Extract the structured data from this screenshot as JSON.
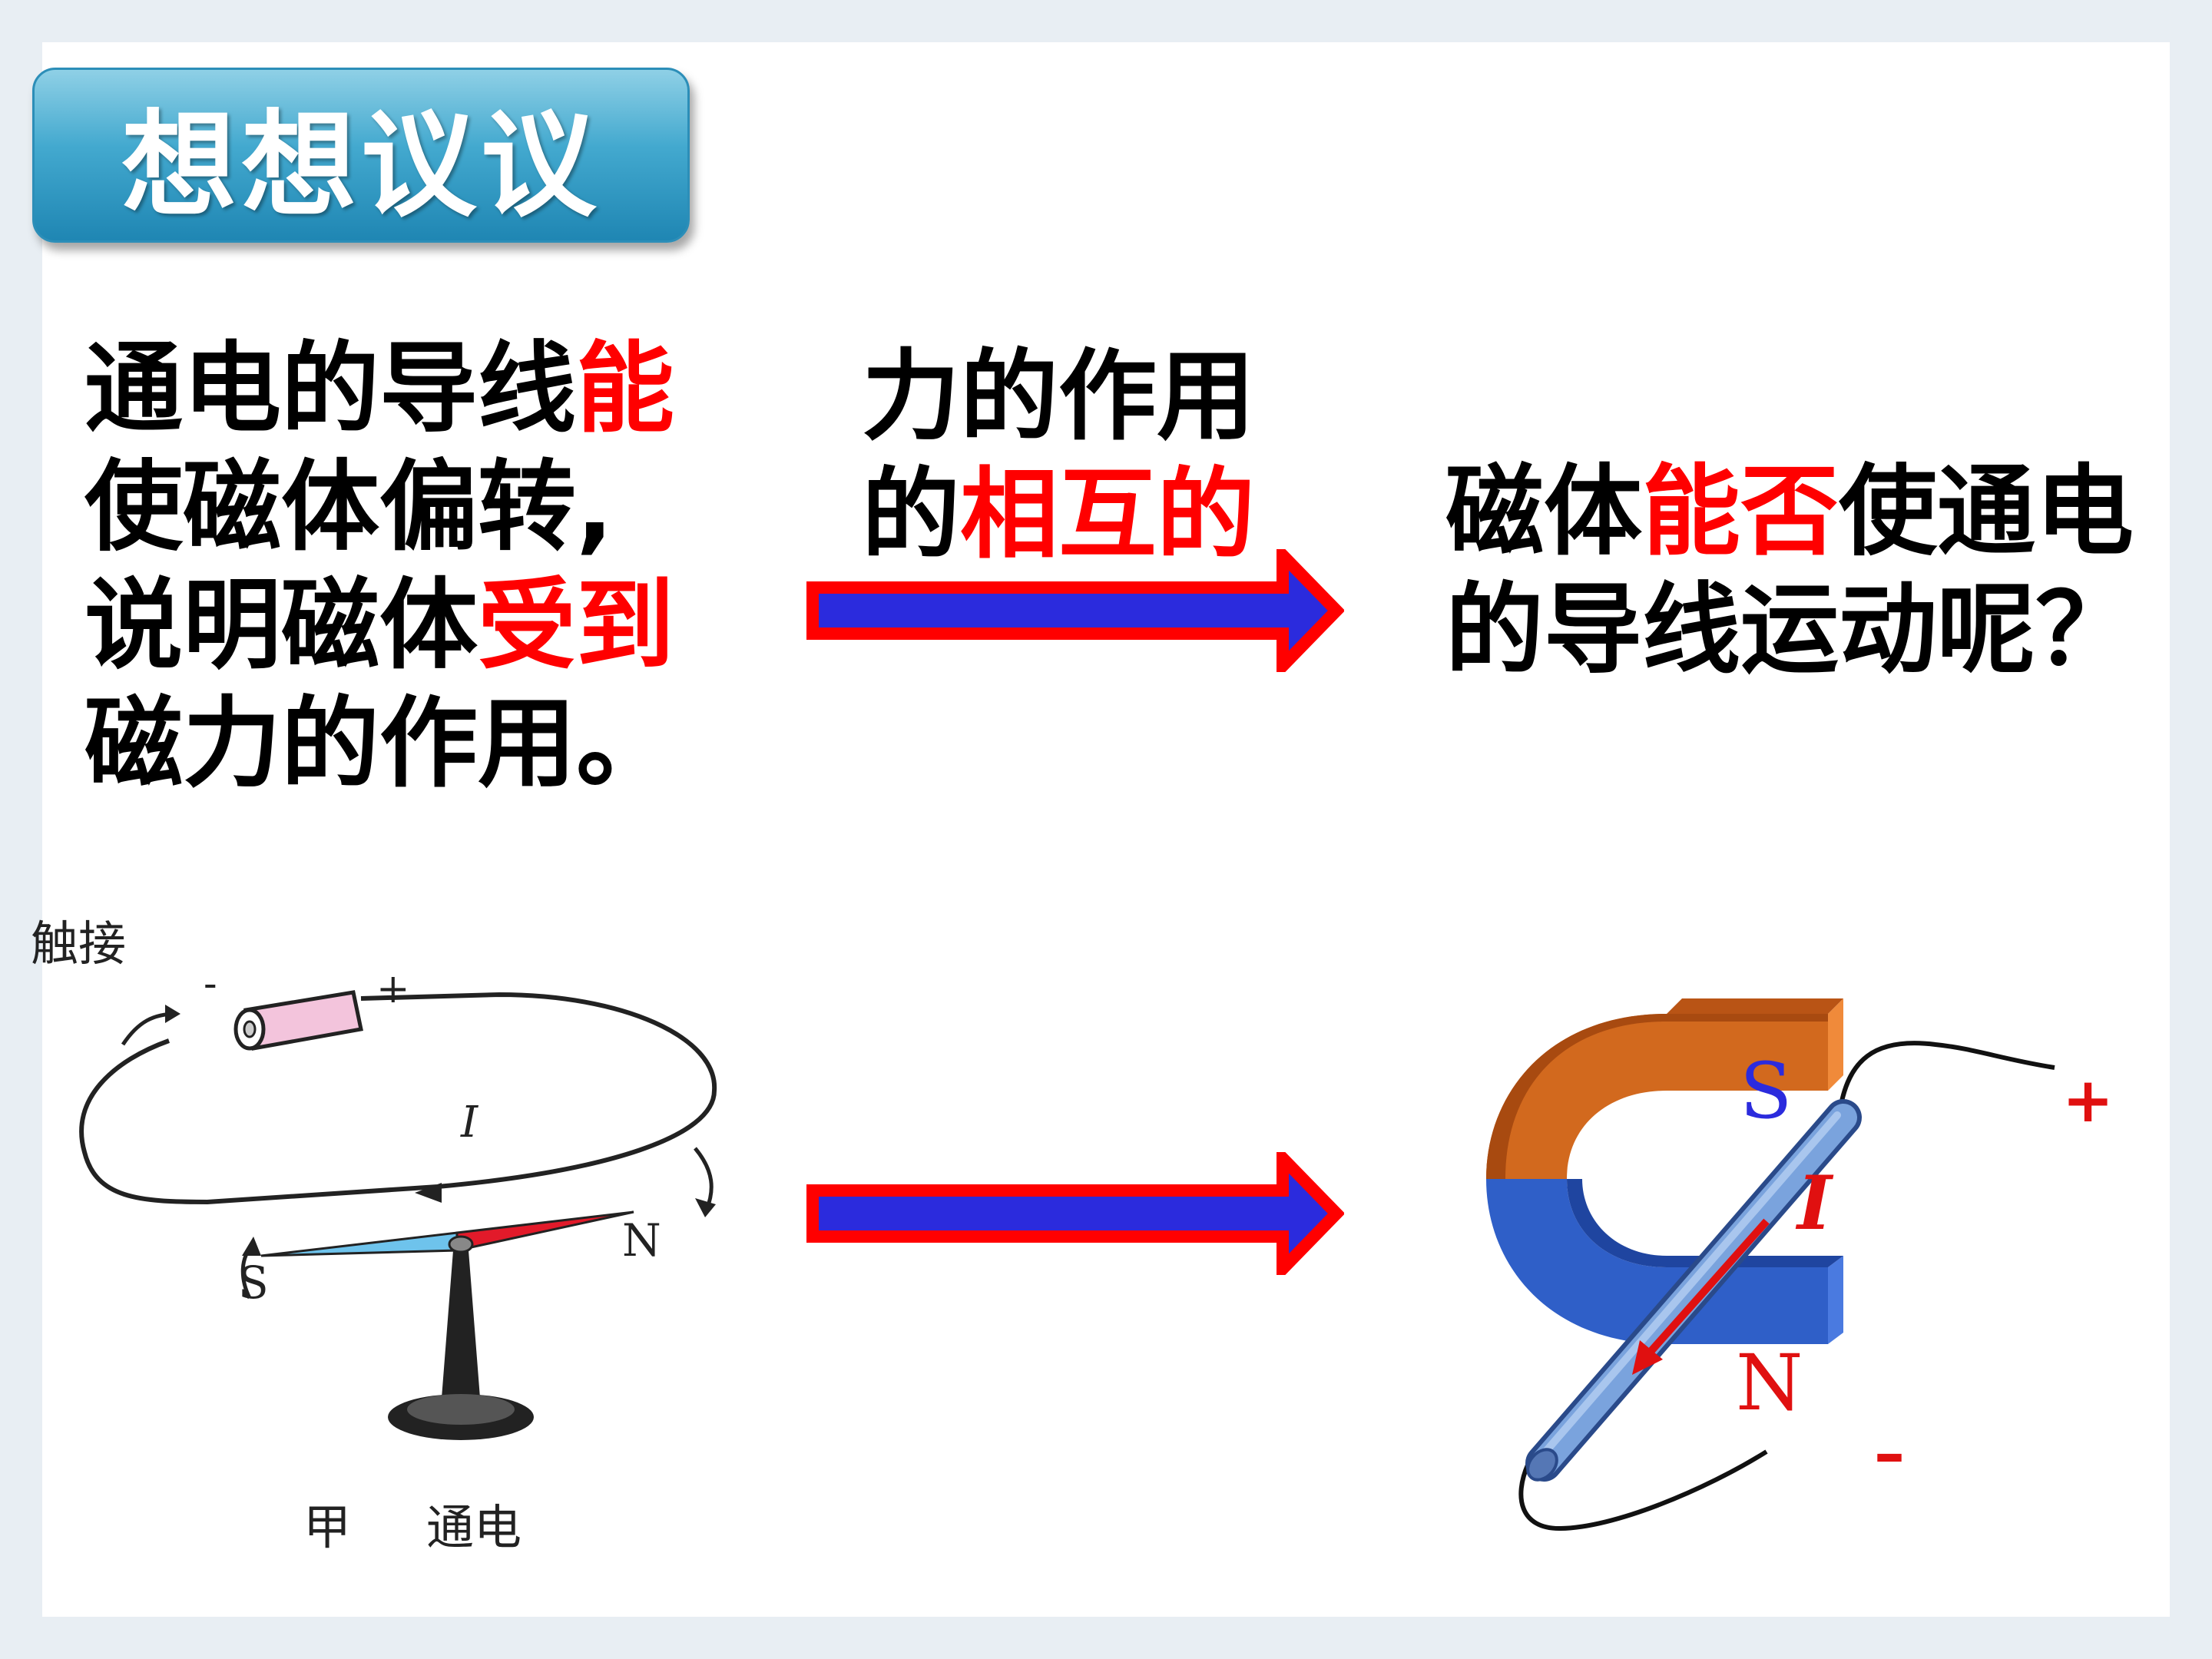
{
  "title": "想想议议",
  "left_block": {
    "line1_a": "通电的导线",
    "line1_b": "能",
    "line2": "使磁体偏转,",
    "line3_a": "说明磁体",
    "line3_b": "受到",
    "line4": "磁力的作用。"
  },
  "middle_block": {
    "line1": "力的作用",
    "line2_a": "的",
    "line2_b": "相互的"
  },
  "right_block": {
    "line1_a": "磁体",
    "line1_b": "能否",
    "line1_c": "使通电",
    "line2": "的导线运动呢？"
  },
  "left_figure": {
    "touch_label": "触接",
    "minus": "-",
    "plus": "+",
    "current": "I",
    "s_pole": "S",
    "n_pole": "N",
    "caption_a": "甲",
    "caption_b": "通电"
  },
  "right_figure": {
    "s_pole": "S",
    "n_pole": "N",
    "current": "I",
    "plus": "+",
    "minus": "–"
  },
  "colors": {
    "emphasis": "#ff0000",
    "arrow_outline": "#ff0000",
    "arrow_fill": "#2b2bdd",
    "magnet_top": "#d2691e",
    "magnet_bottom": "#2f5fc8",
    "title_bg": "#43a9cf"
  }
}
